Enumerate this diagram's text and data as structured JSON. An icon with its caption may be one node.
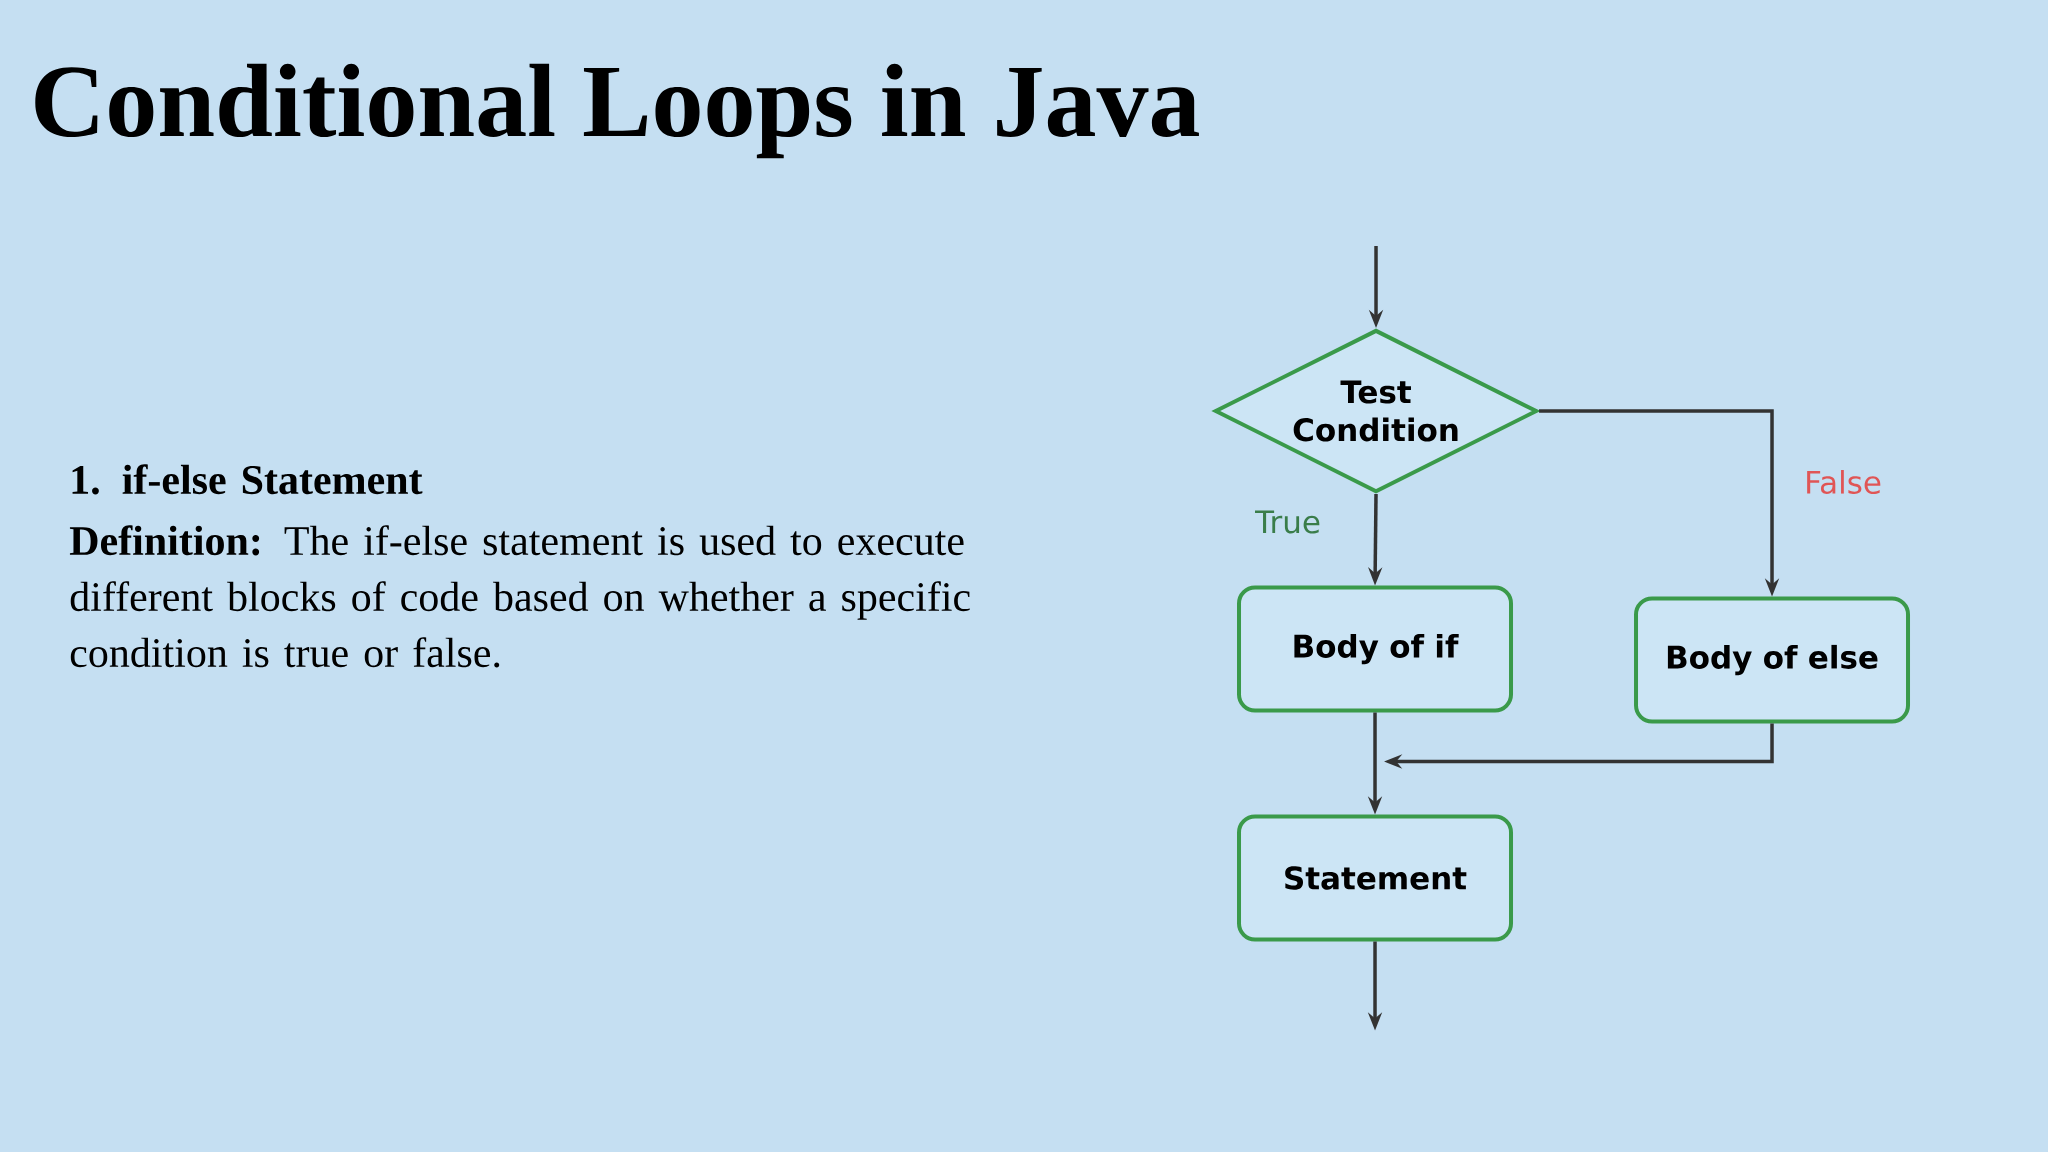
{
  "diagram": {
    "title": "Conditional Loops in Java",
    "nodes": [
      {
        "text": [
          "Test Condition"
        ]
      },
      {
        "text": [
          "Body of if"
        ]
      },
      {
        "text": [
          "Body of else"
        ]
      },
      {
        "text": [
          "Statement"
        ]
      }
    ],
    "edges": [
      {
        "from": null,
        "to": 0,
        "arrow": "to"
      },
      {
        "from": 0,
        "to": 1,
        "arrow": "to",
        "label": "True"
      },
      {
        "from": 0,
        "to": 2,
        "arrow": "to",
        "label": "False"
      },
      {
        "from": 1,
        "to": 3,
        "arrow": "to"
      },
      {
        "from": 2,
        "to": 3,
        "arrow": "to"
      },
      {
        "from": 3,
        "to": null,
        "arrow": "to"
      }
    ],
    "labels": [
      "1. if-else Statement",
      "**Definition:** The if-else statement is used to execute different blocks of code based on whether a specific condition is true or false."
    ]
  }
}
